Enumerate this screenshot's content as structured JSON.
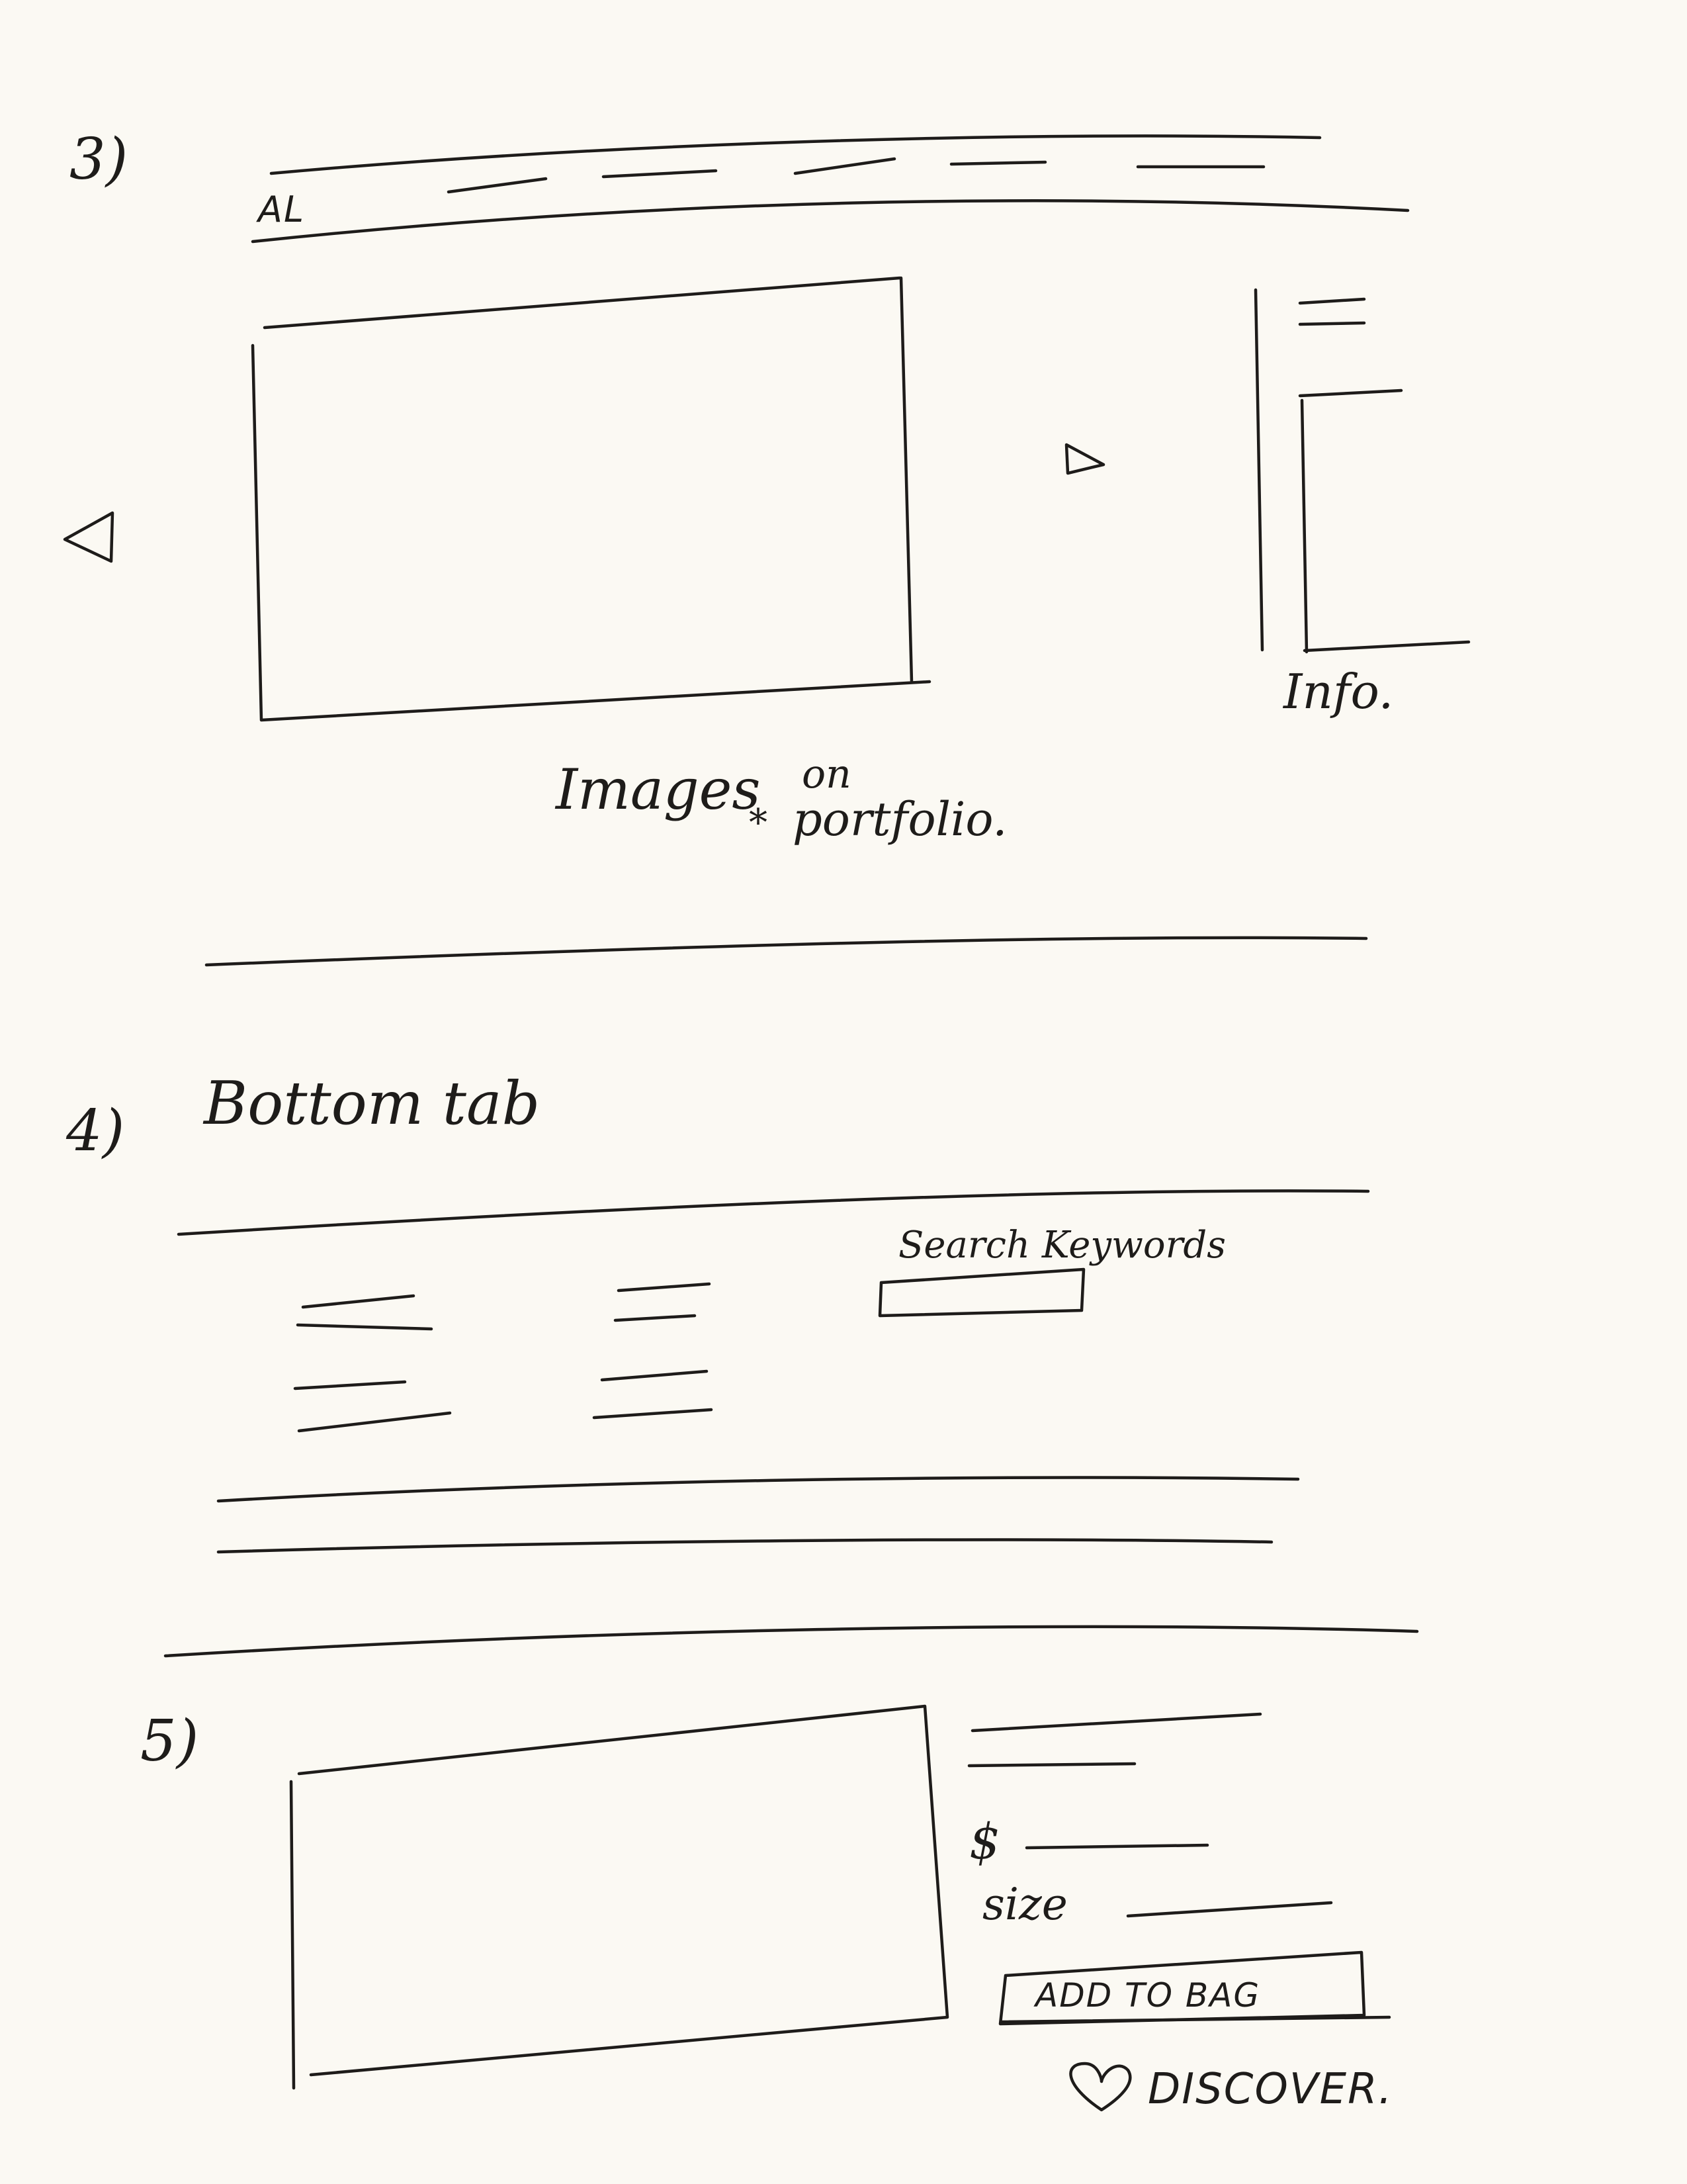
{
  "sections": [
    {
      "number": "3)",
      "header": {
        "logo": "AL"
      },
      "image_caption_main": "Images",
      "image_caption_on": "on",
      "image_caption_rest": "portfolio.",
      "asterisk": "*",
      "side_panel_label": "Info."
    },
    {
      "number": "4)",
      "title": "Bottom tab",
      "search_label": "Search Keywords"
    },
    {
      "number": "5)",
      "price_symbol": "$",
      "size_label": "size",
      "add_button_label": "ADD TO BAG",
      "discover_label": "DISCOVER.",
      "heart_icon": "heart-icon"
    }
  ]
}
